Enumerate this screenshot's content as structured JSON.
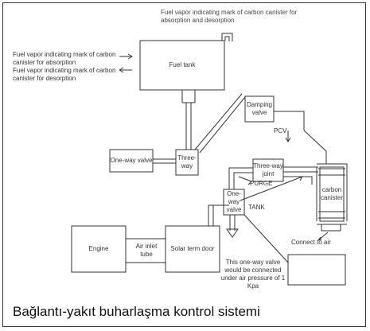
{
  "labels": {
    "top_mark": "Fuel vapor indicating mark of carbon canister for absorption and desorption",
    "left_mark_absorption": "Fuel vapor indicating mark of carbon canister for absorption",
    "left_mark_desorption": "Fuel vapor indicating mark of carbon canister for desorption",
    "fuel_tank": "Fuel tank",
    "damping_valve": "Damping valve",
    "pcv": "PCV",
    "one_way_valve_left": "One-way valve",
    "three_way_left": "Three-way",
    "three_way_joint": "Three-way joint",
    "purge": "PURGE",
    "tank": "TANK",
    "one_way_valve_center": "One-way valve",
    "carbon_canister": "carbon canister",
    "connect_to_air": "Connect to air",
    "engine": "Engine",
    "air_inlet_tube": "Air inlet tube",
    "solar_term_door": "Solar term door",
    "note": "This one-way valve would be connected under air pressure of 1 Kpa"
  },
  "caption": "Bağlantı-yakıt buharlaşma kontrol sistemi"
}
